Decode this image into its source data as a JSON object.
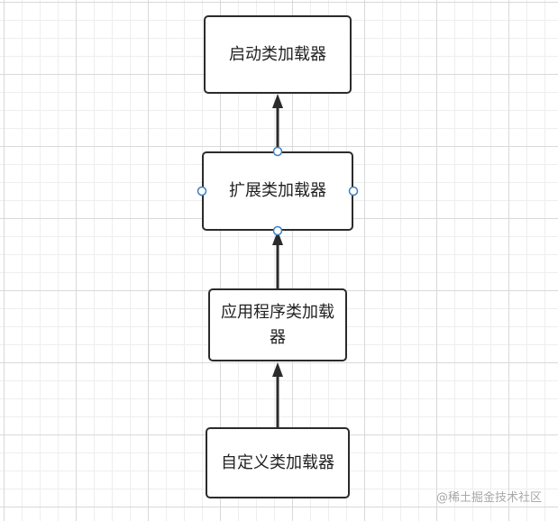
{
  "diagram": {
    "nodes": {
      "bootstrap": "启动类加载器",
      "extension": "扩展类加载器",
      "application": "应用程序类加载器",
      "custom": "自定义类加载器"
    },
    "edges": [
      {
        "from": "custom",
        "to": "application"
      },
      {
        "from": "application",
        "to": "extension"
      },
      {
        "from": "extension",
        "to": "bootstrap"
      }
    ],
    "selected_node": "extension"
  },
  "watermark": "@稀土掘金技术社区",
  "colors": {
    "stroke": "#2b2b2b",
    "handle_stroke": "#3a7fc1",
    "grid_major": "#d9d9d9",
    "grid_minor": "#eeeeee"
  }
}
